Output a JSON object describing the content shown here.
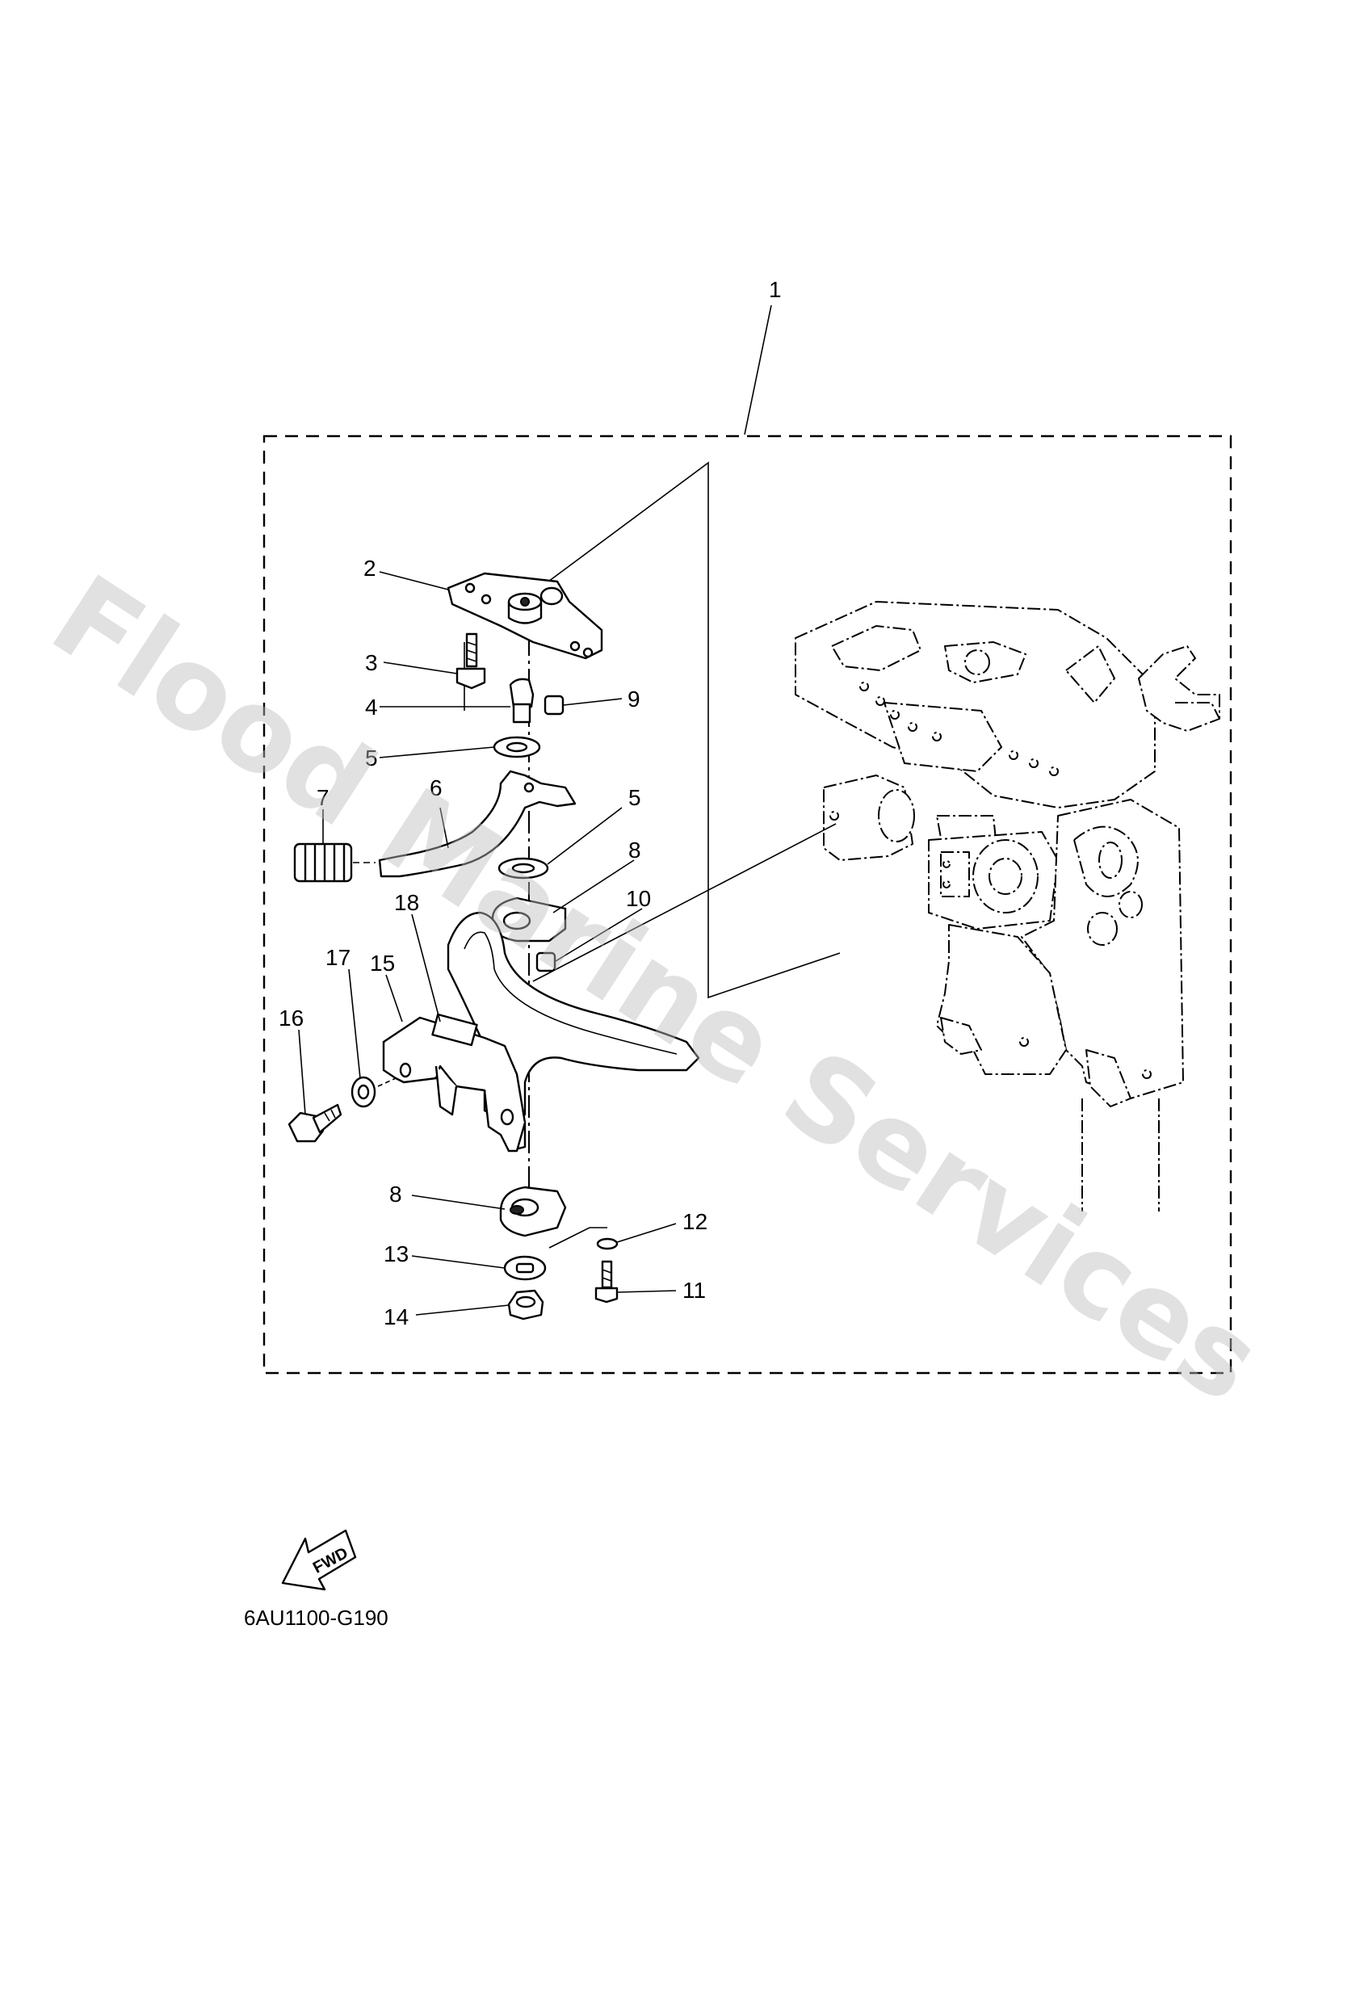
{
  "watermark": "Flood Marine Services",
  "diagram_code": "6AU1100-G190",
  "fwd_label": "FWD",
  "callouts": {
    "c1": "1",
    "c2": "2",
    "c3": "3",
    "c4": "4",
    "c5a": "5",
    "c5b": "5",
    "c6": "6",
    "c7": "7",
    "c8a": "8",
    "c8b": "8",
    "c9": "9",
    "c10": "10",
    "c11": "11",
    "c12": "12",
    "c13": "13",
    "c14": "14",
    "c15": "15",
    "c16": "16",
    "c17": "17",
    "c18": "18"
  }
}
